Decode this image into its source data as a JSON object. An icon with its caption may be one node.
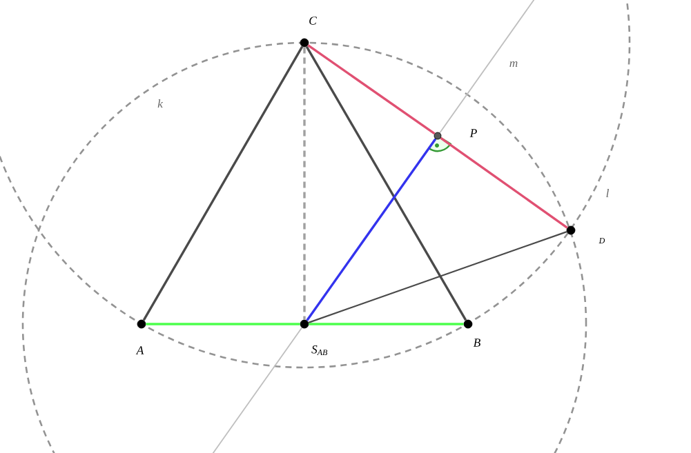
{
  "diagram": {
    "nodes": [
      {
        "text": [
          "C"
        ]
      },
      {
        "text": [
          "P"
        ]
      },
      {
        "text": [
          "D"
        ]
      },
      {
        "text": [
          "A"
        ]
      },
      {
        "text": [
          "S$_{AB}$"
        ]
      },
      {
        "text": [
          "B"
        ]
      }
    ],
    "edges": [
      {
        "from": 3,
        "to": 0,
        "arrow": "none"
      },
      {
        "from": 0,
        "to": 5,
        "arrow": "none"
      },
      {
        "from": 3,
        "to": 4,
        "arrow": "none",
        "color": "#4cff4c"
      },
      {
        "from": 4,
        "to": 5,
        "arrow": "none",
        "color": "#4cff4c"
      },
      {
        "from": 0,
        "to": 4,
        "arrow": "none",
        "style": "dashed",
        "color": "#a0a0a0"
      },
      {
        "from": 0,
        "to": 1,
        "arrow": "none",
        "color": "#e05072"
      },
      {
        "from": 1,
        "to": 2,
        "arrow": "none",
        "color": "#e05072"
      },
      {
        "from": 4,
        "to": 1,
        "arrow": "none",
        "color": "#3333ee"
      },
      {
        "from": 4,
        "to": 2,
        "arrow": "none"
      }
    ],
    "labels": [
      "m",
      "k",
      "l"
    ]
  }
}
